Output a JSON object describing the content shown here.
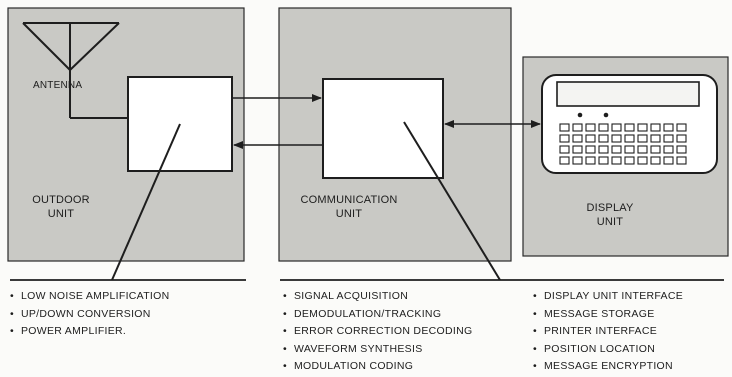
{
  "blocks": {
    "outdoor": {
      "label_line1": "OUTDOOR",
      "label_line2": "UNIT",
      "antenna_label": "ANTENNA"
    },
    "communication": {
      "label_line1": "COMMUNICATION",
      "label_line2": "UNIT"
    },
    "display": {
      "label_line1": "DISPLAY",
      "label_line2": "UNIT"
    }
  },
  "lists": {
    "outdoor": [
      "LOW NOISE AMPLIFICATION",
      "UP/DOWN CONVERSION",
      "POWER AMPLIFIER."
    ],
    "communication": [
      "SIGNAL ACQUISITION",
      "DEMODULATION/TRACKING",
      "ERROR CORRECTION DECODING",
      "WAVEFORM SYNTHESIS",
      "MODULATION CODING"
    ],
    "display": [
      "DISPLAY UNIT INTERFACE",
      "MESSAGE STORAGE",
      "PRINTER INTERFACE",
      "POSITION LOCATION",
      "MESSAGE ENCRYPTION"
    ]
  },
  "colors": {
    "panel": "#c9c9c5",
    "line": "#1e1e1e",
    "box_fill": "#ffffff"
  }
}
